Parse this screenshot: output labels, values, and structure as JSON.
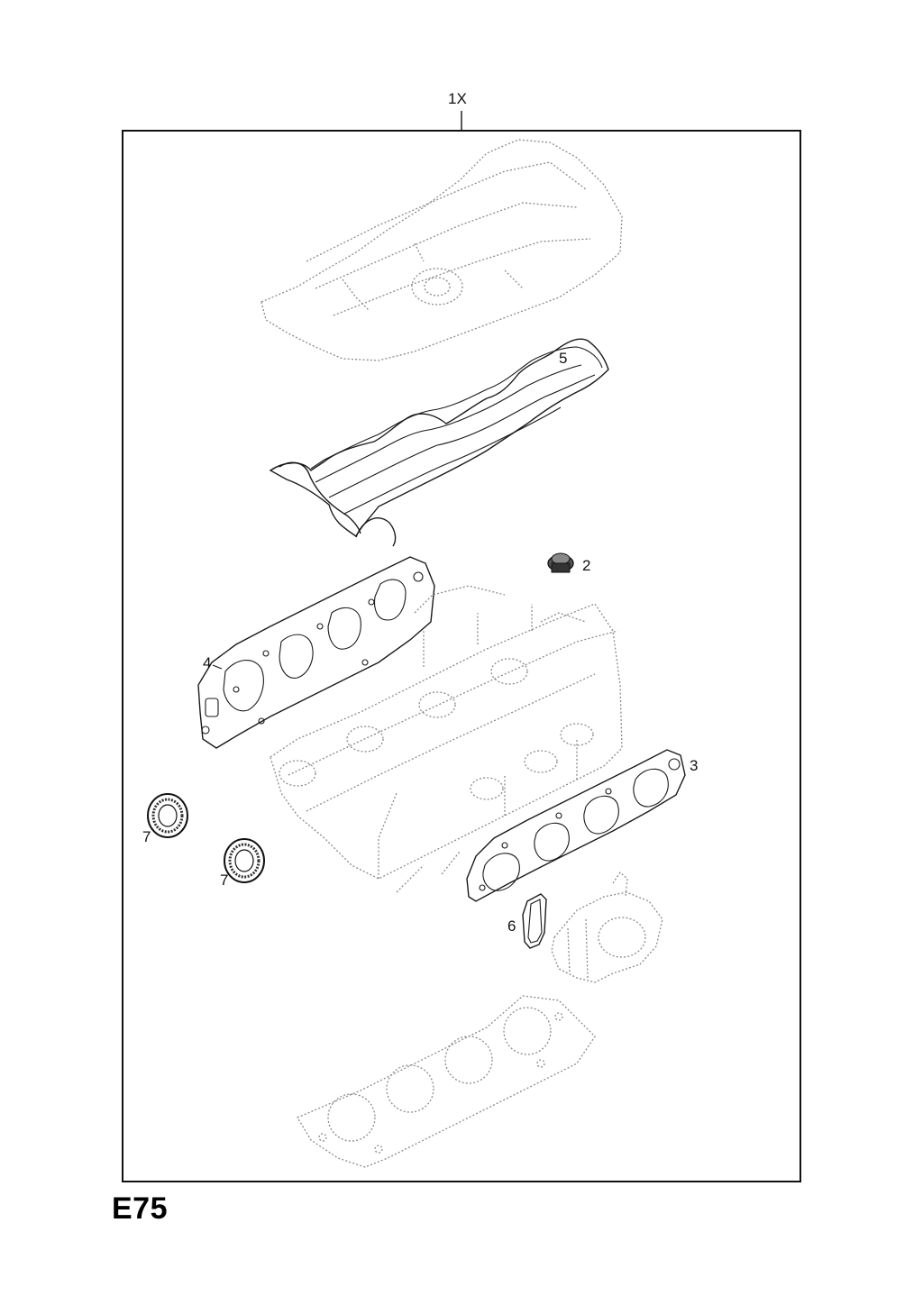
{
  "assembly_label": "1X",
  "page_code": "E75",
  "callouts": {
    "c2": "2",
    "c3": "3",
    "c4": "4",
    "c5": "5",
    "c6": "6",
    "c7a": "7",
    "c7b": "7"
  }
}
